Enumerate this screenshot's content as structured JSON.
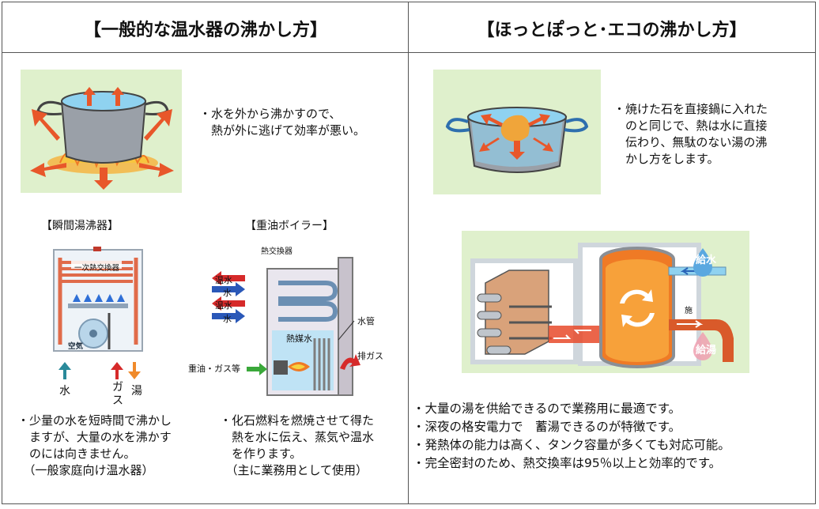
{
  "left": {
    "heading": "【一般的な温水器の沸かし方】",
    "pot_note": [
      "・水を外から沸かすので、",
      "　熱が外に逃げて効率が悪い。"
    ],
    "instant_heater": {
      "title": "【瞬間湯沸器】",
      "exchanger_label": "一次熱交換器",
      "air_label": "空気",
      "water_label": "水",
      "gas_label": "ガス",
      "hotwater_label": "湯",
      "note": [
        "・少量の水を短時間で沸かし",
        "　ますが、大量の水を沸かす",
        "　のには向きません。",
        "　（一般家庭向け温水器）"
      ]
    },
    "boiler": {
      "title": "【重油ボイラー】",
      "exchanger_label": "熱交換器",
      "pipe_labels": [
        "温水",
        "水",
        "温水",
        "水"
      ],
      "tube_label": "水管",
      "medium_label": "熱媒水",
      "exhaust_label": "排ガス",
      "fuel_label": "重油・ガス等",
      "note": [
        "・化石燃料を燃焼させて得た",
        "　熱を水に伝え、蒸気や温水",
        "　を作ります。",
        "　（主に業務用として使用）"
      ]
    }
  },
  "right": {
    "heading": "【ほっとぽっと･エコの沸かし方】",
    "pot_note": [
      "・焼けた石を直接鍋に入れた",
      "　のと同じで、熱は水に直接",
      "　伝わり、無駄のない湯の沸",
      "　かし方をします。"
    ],
    "system": {
      "supply_label": "給水",
      "hot_label": "給湯",
      "valve_label": "施"
    },
    "features": [
      "・大量の湯を供給できるので業務用に最適です。",
      "・深夜の格安電力で　蓄湯できるのが特徴です。",
      "・発熱体の能力は高く、タンク容量が多くても対応可能。",
      "・完全密封のため、熱交換率は95％以上と効率的です。"
    ]
  },
  "colors": {
    "background_panel": "#dff0cc",
    "hot": "#e8572a",
    "cold": "#2a64b8",
    "water": "#8fd2f0"
  }
}
